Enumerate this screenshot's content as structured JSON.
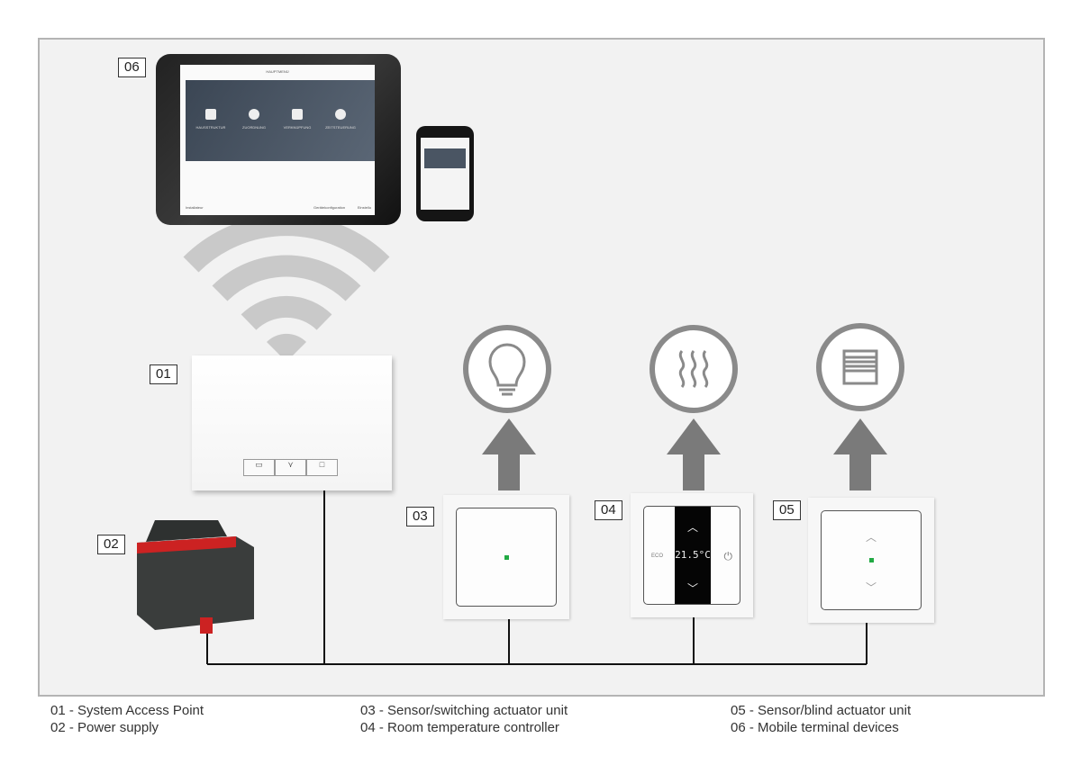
{
  "labels": {
    "l06": "06",
    "l01": "01",
    "l02": "02",
    "l03": "03",
    "l04": "04",
    "l05": "05"
  },
  "tablet": {
    "title": "HAUPTMENÜ",
    "tiles": [
      "HAUSSTRUKTUR",
      "ZUORDNUNG",
      "VERKNÜPFUNG",
      "ZEITSTEUERUNG"
    ],
    "footer_left": "Installateur",
    "footer_mid": "Geräte­konfiguration",
    "footer_right": "Einstellu"
  },
  "thermostat": {
    "temperature": "21.5°C",
    "mode": "ECO"
  },
  "legend": {
    "c1": [
      "01 - System Access Point",
      "02 - Power supply"
    ],
    "c2": [
      "03 - Sensor/switching actuator unit",
      "04 - Room temperature controller"
    ],
    "c3": [
      "05 - Sensor/blind actuator unit",
      "06 - Mobile terminal devices"
    ]
  },
  "colors": {
    "arrow": "#7a7a7a",
    "wifi": "#c9c9c9",
    "bus": "#111111",
    "circle": "#8a8a8a"
  }
}
